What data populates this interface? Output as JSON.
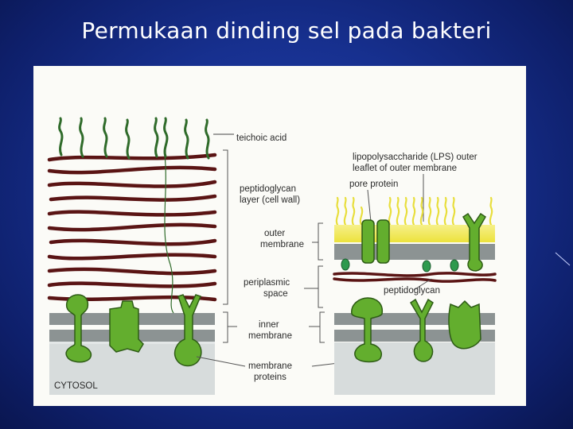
{
  "slide": {
    "title": "Permukaan dinding sel pada bakteri"
  },
  "diagram": {
    "labels": {
      "teichoic_acid": "teichoic acid",
      "peptidoglycan_layer_line1": "peptidoglycan",
      "peptidoglycan_layer_line2": "layer (cell wall)",
      "outer_membrane_line1": "outer",
      "outer_membrane_line2": "membrane",
      "periplasmic_line1": "periplasmic",
      "periplasmic_line2": "space",
      "inner_membrane_line1": "inner",
      "inner_membrane_line2": "membrane",
      "membrane_proteins_line1": "membrane",
      "membrane_proteins_line2": "proteins",
      "lps_line1": "lipopolysaccharide (LPS) outer",
      "lps_line2": "leaflet of outer membrane",
      "pore_protein": "pore protein",
      "peptidoglycan": "peptidoglycan",
      "cytosol": "CYTOSOL"
    },
    "colors": {
      "peptidoglycan": "#5a1414",
      "teichoic": "#2f6b2a",
      "protein": "#63ae2e",
      "protein_stroke": "#2e5c16",
      "membrane": "#8c9393",
      "lps_yellow": "#f1ea4f",
      "cytosol": "#d7dcdc"
    }
  }
}
